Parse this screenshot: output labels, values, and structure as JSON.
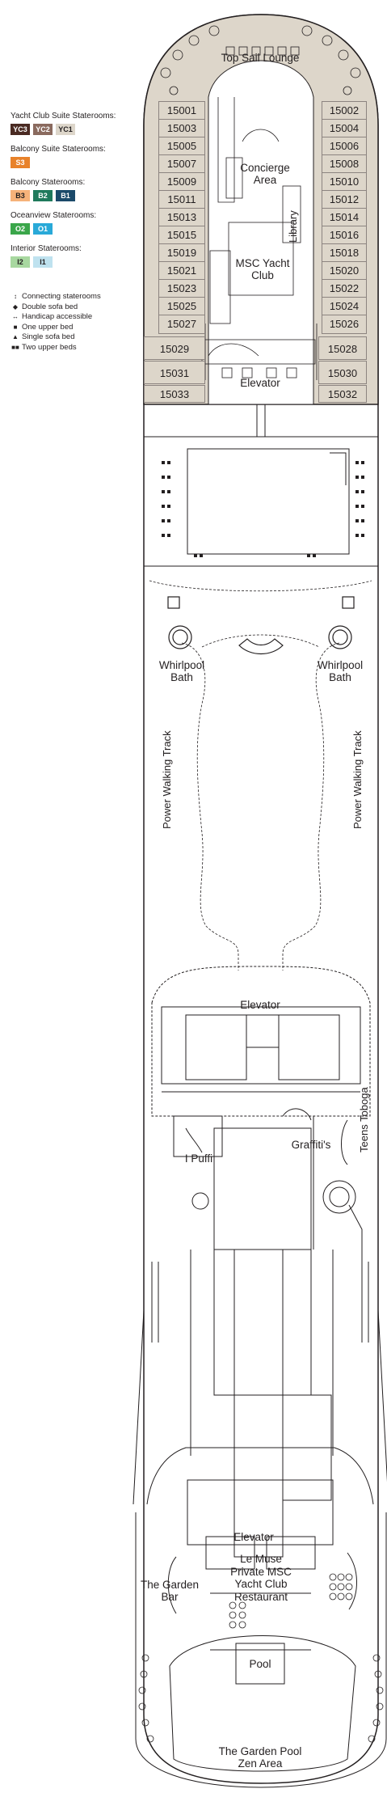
{
  "legend": {
    "groups": [
      {
        "title": "Yacht Club Suite Staterooms:",
        "codes": [
          {
            "code": "YC3",
            "bg": "#4a2a22",
            "fg": "#ffffff"
          },
          {
            "code": "YC2",
            "bg": "#8a6a5e",
            "fg": "#ffffff"
          },
          {
            "code": "YC1",
            "bg": "#ddd6ca",
            "fg": "#231f20"
          }
        ]
      },
      {
        "title": "Balcony Suite Staterooms:",
        "codes": [
          {
            "code": "S3",
            "bg": "#e8822a",
            "fg": "#ffffff"
          }
        ]
      },
      {
        "title": "Balcony Staterooms:",
        "codes": [
          {
            "code": "B3",
            "bg": "#f6b27a",
            "fg": "#231f20"
          },
          {
            "code": "B2",
            "bg": "#1f7a5c",
            "fg": "#ffffff"
          },
          {
            "code": "B1",
            "bg": "#1b4a6a",
            "fg": "#ffffff"
          }
        ]
      },
      {
        "title": "Oceanview Staterooms:",
        "codes": [
          {
            "code": "O2",
            "bg": "#3aa64a",
            "fg": "#ffffff"
          },
          {
            "code": "O1",
            "bg": "#29a9d8",
            "fg": "#ffffff"
          }
        ]
      },
      {
        "title": "Interior Staterooms:",
        "codes": [
          {
            "code": "I2",
            "bg": "#a8d8a0",
            "fg": "#231f20"
          },
          {
            "code": "I1",
            "bg": "#bfe2ef",
            "fg": "#231f20"
          }
        ]
      }
    ],
    "keys": [
      {
        "symbol": "↕",
        "text": "Connecting staterooms"
      },
      {
        "symbol": "◆",
        "text": "Double sofa bed"
      },
      {
        "symbol": "↔",
        "text": "Handicap accessible"
      },
      {
        "symbol": "■",
        "text": "One upper bed"
      },
      {
        "symbol": "▲",
        "text": "Single sofa bed"
      },
      {
        "symbol": "■■",
        "text": "Two upper beds"
      }
    ]
  },
  "cabins": {
    "left": [
      "15001",
      "15003",
      "15005",
      "15007",
      "15009",
      "15011",
      "15013",
      "15015",
      "15019",
      "15021",
      "15023",
      "15025",
      "15027"
    ],
    "left_lower": [
      "15029",
      "15031",
      "15033"
    ],
    "right": [
      "15002",
      "15004",
      "15006",
      "15008",
      "15010",
      "15012",
      "15014",
      "15016",
      "15018",
      "15020",
      "15022",
      "15024",
      "15026"
    ],
    "right_lower": [
      "15028",
      "15030",
      "15032"
    ]
  },
  "venues": {
    "top_sail": "Top Sail Lounge",
    "concierge": "Concierge\nArea",
    "library": "Library",
    "yacht_club": "MSC Yacht\nClub",
    "elevator_fwd": "Elevator",
    "whirlpool_left": "Whirlpool\nBath",
    "whirlpool_right": "Whirlpool\nBath",
    "walk_left": "Power Walking Track",
    "walk_right": "Power Walking Track",
    "elevator_mid": "Elevator",
    "graffitis": "Graffiti's",
    "i_puffi": "I Puffi",
    "teens_toboga": "Teens Toboga",
    "elevator_aft": "Elevator",
    "le_muse": "Le Muse\nPrivate MSC\nYacht Club\nRestaurant",
    "garden_bar": "The Garden\nBar",
    "pool": "Pool",
    "garden_pool": "The Garden Pool\nZen Area"
  },
  "colors": {
    "yc1": "#ddd6ca",
    "hull_line": "#231f20",
    "deck_fill": "#ffffff"
  }
}
